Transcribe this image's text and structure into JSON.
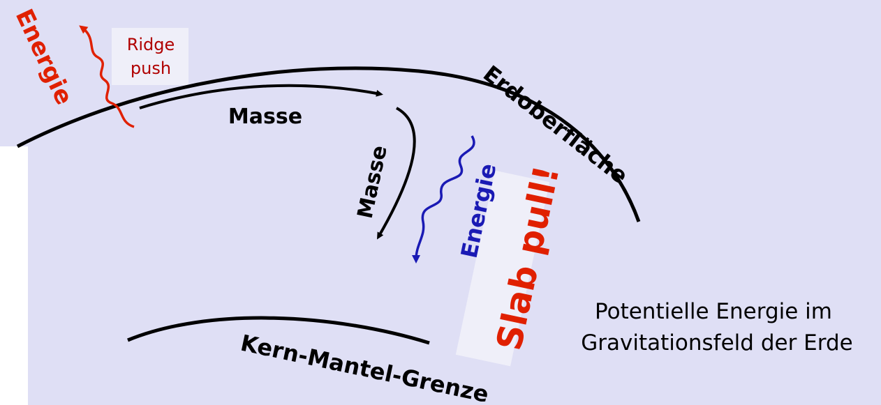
{
  "labels": {
    "energie_red": "Energie",
    "ridge_push_line1": "Ridge",
    "ridge_push_line2": "push",
    "masse_horizontal": "Masse",
    "masse_vertical": "Masse",
    "erdoberflaeche": "Erdoberfläche",
    "energie_blue": "Energie",
    "slab_pull": "Slab pull!",
    "kern_mantel_grenze": "Kern-Mantel-Grenze",
    "potential_line1": "Potentielle Energie im",
    "potential_line2": "Gravitationsfeld der Erde"
  },
  "colors": {
    "background_panel": "#dfdff5",
    "red": "#e02000",
    "dark_red": "#b00000",
    "blue": "#1a1ab4",
    "black": "#000000",
    "highlight_box": "#efeff9"
  }
}
